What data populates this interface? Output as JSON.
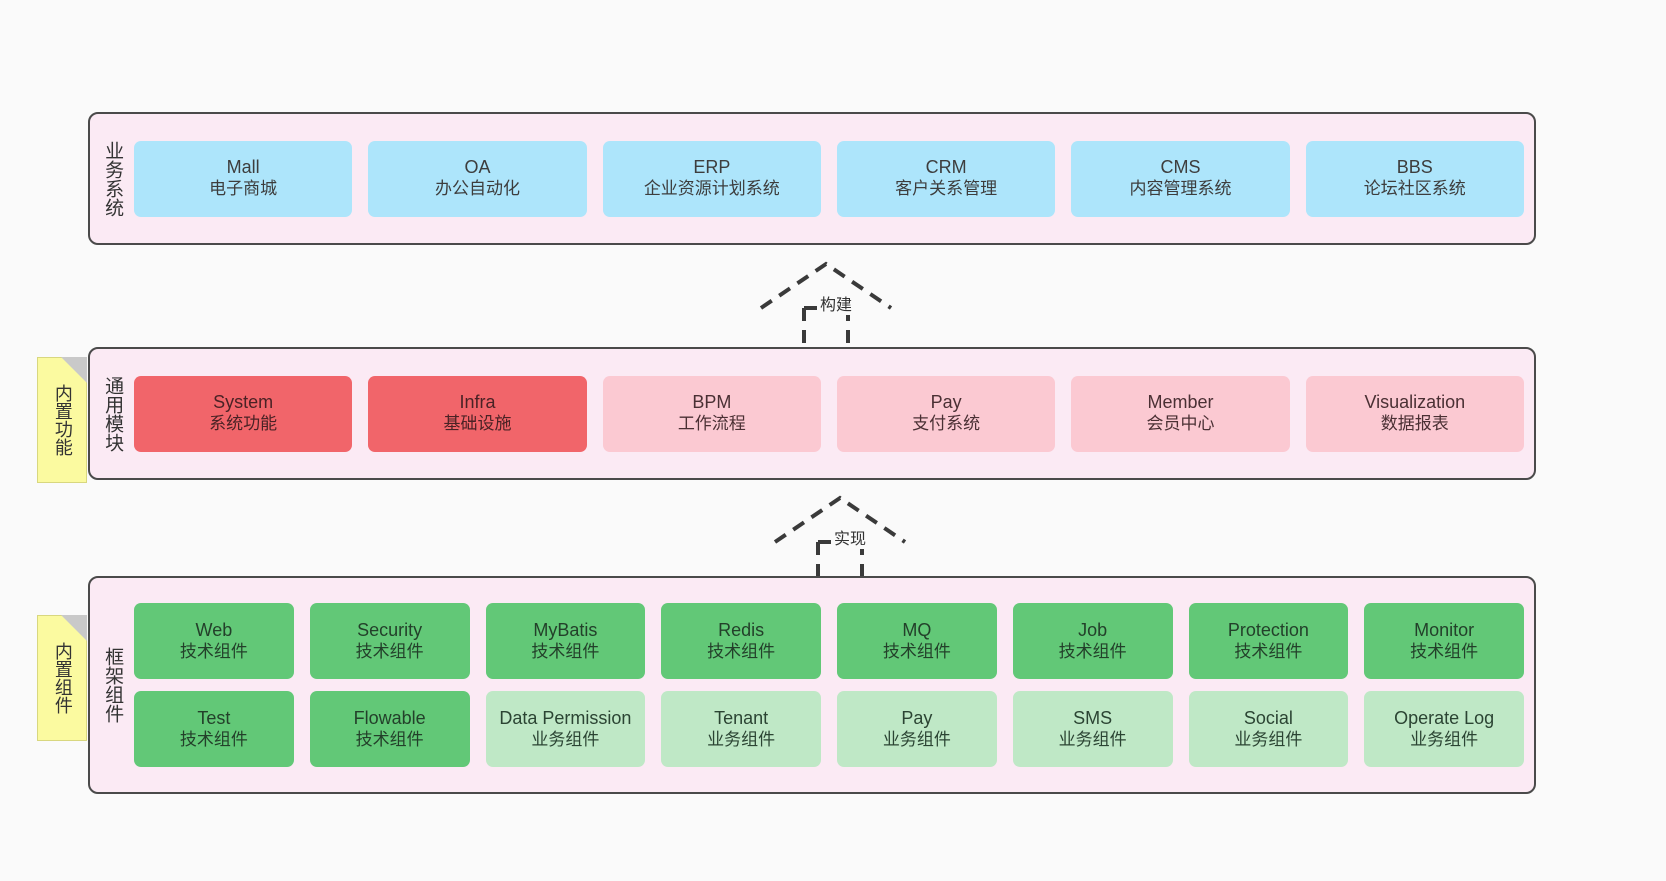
{
  "diagram": {
    "background_color": "#fafafa",
    "layers": [
      {
        "id": "business-system",
        "title": "业务系统",
        "note": null,
        "rows": [
          [
            {
              "en": "Mall",
              "cn": "电子商城",
              "style": "c-blue"
            },
            {
              "en": "OA",
              "cn": "办公自动化",
              "style": "c-blue"
            },
            {
              "en": "ERP",
              "cn": "企业资源计划系统",
              "style": "c-blue"
            },
            {
              "en": "CRM",
              "cn": "客户关系管理",
              "style": "c-blue"
            },
            {
              "en": "CMS",
              "cn": "内容管理系统",
              "style": "c-blue"
            },
            {
              "en": "BBS",
              "cn": "论坛社区系统",
              "style": "c-blue"
            }
          ]
        ]
      },
      {
        "id": "common-module",
        "title": "通用模块",
        "note": "内置功能",
        "rows": [
          [
            {
              "en": "System",
              "cn": "系统功能",
              "style": "c-red"
            },
            {
              "en": "Infra",
              "cn": "基础设施",
              "style": "c-red"
            },
            {
              "en": "BPM",
              "cn": "工作流程",
              "style": "c-pink"
            },
            {
              "en": "Pay",
              "cn": "支付系统",
              "style": "c-pink"
            },
            {
              "en": "Member",
              "cn": "会员中心",
              "style": "c-pink"
            },
            {
              "en": "Visualization",
              "cn": "数据报表",
              "style": "c-pink"
            }
          ]
        ]
      },
      {
        "id": "framework-component",
        "title": "框架组件",
        "note": "内置组件",
        "rows": [
          [
            {
              "en": "Web",
              "cn": "技术组件",
              "style": "c-green"
            },
            {
              "en": "Security",
              "cn": "技术组件",
              "style": "c-green"
            },
            {
              "en": "MyBatis",
              "cn": "技术组件",
              "style": "c-green"
            },
            {
              "en": "Redis",
              "cn": "技术组件",
              "style": "c-green"
            },
            {
              "en": "MQ",
              "cn": "技术组件",
              "style": "c-green"
            },
            {
              "en": "Job",
              "cn": "技术组件",
              "style": "c-green"
            },
            {
              "en": "Protection",
              "cn": "技术组件",
              "style": "c-green"
            },
            {
              "en": "Monitor",
              "cn": "技术组件",
              "style": "c-green"
            }
          ],
          [
            {
              "en": "Test",
              "cn": "技术组件",
              "style": "c-green"
            },
            {
              "en": "Flowable",
              "cn": "技术组件",
              "style": "c-green"
            },
            {
              "en": "Data Permission",
              "cn": "业务组件",
              "style": "c-lightgreen"
            },
            {
              "en": "Tenant",
              "cn": "业务组件",
              "style": "c-lightgreen"
            },
            {
              "en": "Pay",
              "cn": "业务组件",
              "style": "c-lightgreen"
            },
            {
              "en": "SMS",
              "cn": "业务组件",
              "style": "c-lightgreen"
            },
            {
              "en": "Social",
              "cn": "业务组件",
              "style": "c-lightgreen"
            },
            {
              "en": "Operate Log",
              "cn": "业务组件",
              "style": "c-lightgreen"
            }
          ]
        ]
      }
    ],
    "connectors": [
      {
        "id": "build-arrow",
        "label": "构建"
      },
      {
        "id": "implement-arrow",
        "label": "实现"
      }
    ],
    "colors": {
      "layer_bg": "#fbeaf4",
      "layer_border": "#4a4a4a",
      "blue": "#ade5fb",
      "red": "#f1656a",
      "pink": "#fbc9d2",
      "green": "#62c877",
      "light_green": "#bfe8c6",
      "note_bg": "#fbfaa0",
      "note_fold": "#c9c9c9"
    }
  }
}
